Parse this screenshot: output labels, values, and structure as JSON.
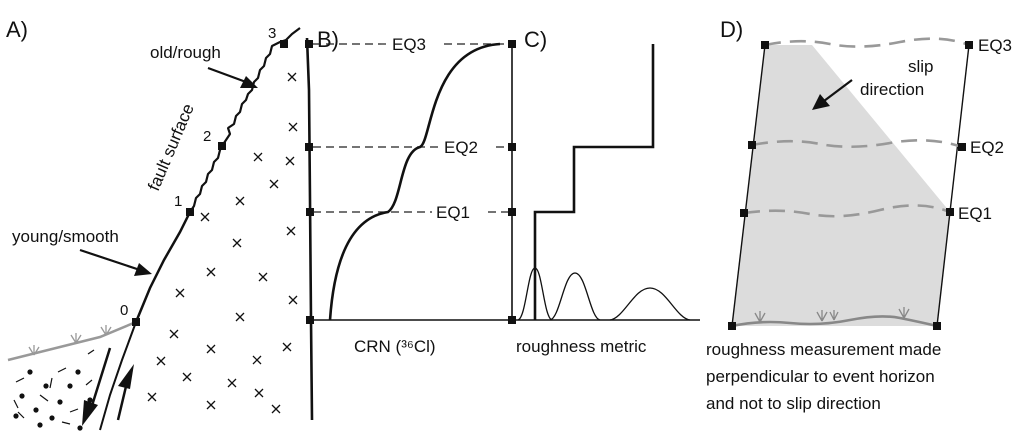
{
  "panels": {
    "a": {
      "label": "A)",
      "points": [
        "0",
        "1",
        "2",
        "3"
      ],
      "old_rough_label": "old/rough",
      "young_smooth_label": "young/smooth",
      "fault_surface_label": "fault surface"
    },
    "b": {
      "label": "B)",
      "xlabel": "CRN (³⁶Cl)",
      "events": [
        "EQ1",
        "EQ2",
        "EQ3"
      ]
    },
    "c": {
      "label": "C)",
      "xlabel": "roughness metric"
    },
    "d": {
      "label": "D)",
      "events": [
        "EQ1",
        "EQ2",
        "EQ3"
      ],
      "slip_line1": "slip",
      "slip_line2": "direction",
      "caption": [
        "roughness measurement made",
        "perpendicular to event horizon",
        "and not to slip direction"
      ]
    }
  },
  "colors": {
    "ink": "#111111",
    "shade": "#dcdcdc",
    "horizon": "#999999"
  }
}
